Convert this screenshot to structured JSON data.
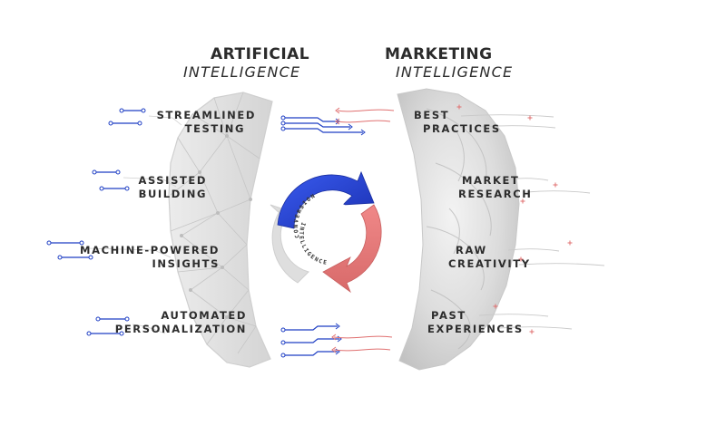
{
  "headings": {
    "ai": {
      "line1": "ARTIFICIAL",
      "line2": "INTELLIGENCE"
    },
    "mi": {
      "line1": "MARKETING",
      "line2": "INTELLIGENCE"
    }
  },
  "ai_items": [
    {
      "line1": "STREAMLINED",
      "line2": "TESTING"
    },
    {
      "line1": "ASSISTED",
      "line2": "BUILDING"
    },
    {
      "line1": "MACHINE-POWERED",
      "line2": "INSIGHTS"
    },
    {
      "line1": "AUTOMATED",
      "line2": "PERSONALIZATION"
    }
  ],
  "mi_items": [
    {
      "line1": "BEST",
      "line2": "PRACTICES"
    },
    {
      "line1": "MARKET",
      "line2": "RESEARCH"
    },
    {
      "line1": "RAW",
      "line2": "CREATIVITY"
    },
    {
      "line1": "PAST",
      "line2": "EXPERIENCES"
    }
  ],
  "center": {
    "ring_top": "CONVERSION",
    "ring_bottom": "INTELLIGENCE"
  },
  "colors": {
    "ai_blue": "#1f3fc4",
    "mi_red": "#e07070",
    "gray_arrow": "#d9d9d9",
    "text": "#2c2c2c"
  }
}
